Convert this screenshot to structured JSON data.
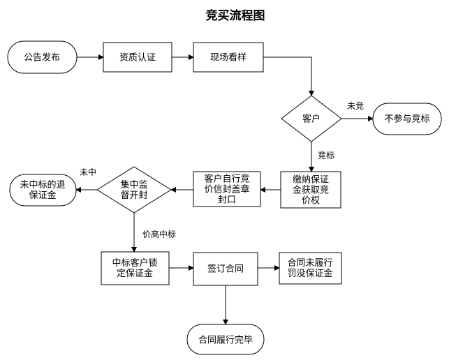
{
  "title": "竞买流程图",
  "nodes": {
    "announce": [
      "公告发布"
    ],
    "qualify": [
      "资质认证"
    ],
    "inspect": [
      "现场看样"
    ],
    "customer": [
      "客户"
    ],
    "no_bid": [
      "不参与竞标"
    ],
    "deposit": [
      "缴纳保证",
      "金获取竞",
      "价权"
    ],
    "seal": [
      "客户自行竞",
      "价信封盖章",
      "封口"
    ],
    "open": [
      "集中监",
      "督开封"
    ],
    "refund": [
      "未中标的退",
      "保证金"
    ],
    "lock": [
      "中标客户锁",
      "定保证金"
    ],
    "contract": [
      "签订合同"
    ],
    "forfeit": [
      "合同未履行",
      "罚没保证金"
    ],
    "complete": [
      "合同履行完毕"
    ]
  },
  "edge_labels": {
    "not_bid": "未竞",
    "bid": "竞标",
    "not_won": "未中",
    "won": "价高中标"
  }
}
